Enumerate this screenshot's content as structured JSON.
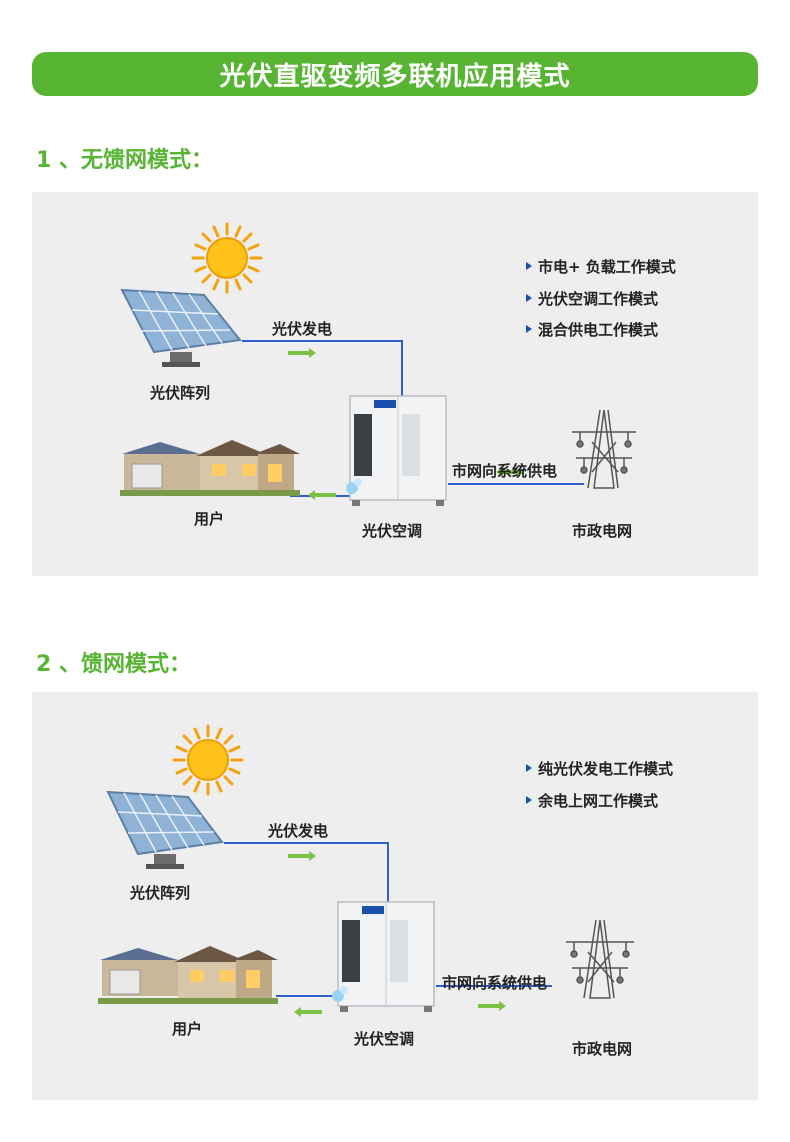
{
  "banner": {
    "title": "光伏直驱变频多联机应用模式"
  },
  "sections": [
    {
      "heading": "1 、无馈网模式：",
      "modes": [
        "市电+ 负载工作模式",
        "光伏空调工作模式",
        "混合供电工作模式"
      ],
      "labels": {
        "pv_array": "光伏阵列",
        "pv_generation": "光伏发电",
        "user": "用户",
        "pv_ac": "光伏空调",
        "grid_supply": "市网向系统供电",
        "municipal_grid": "市政电网"
      }
    },
    {
      "heading": "2 、馈网模式：",
      "modes": [
        "纯光伏发电工作模式",
        "余电上网工作模式"
      ],
      "labels": {
        "pv_array": "光伏阵列",
        "pv_generation": "光伏发电",
        "user": "用户",
        "pv_ac": "光伏空调",
        "grid_supply": "市网向系统供电",
        "municipal_grid": "市政电网"
      }
    }
  ],
  "colors": {
    "accent": "#58b534",
    "wire": "#2f5fcf",
    "arrow": "#7cc242",
    "panel_bg": "#eeeeee"
  },
  "icons": [
    "sun-icon",
    "solar-panel-icon",
    "house-icon",
    "ac-unit-icon",
    "power-tower-icon",
    "bullet-triangle-icon",
    "flow-arrow-icon"
  ]
}
